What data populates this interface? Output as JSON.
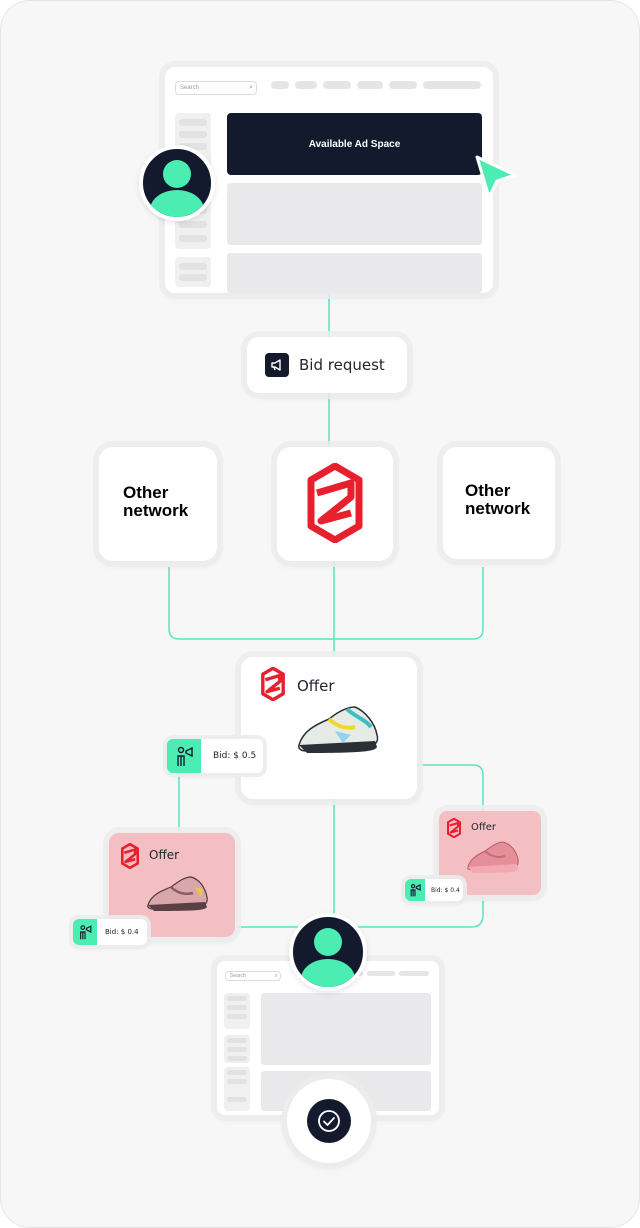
{
  "top_browser": {
    "search_placeholder": "Search",
    "ad_space_label": "Available Ad Space"
  },
  "bid_request": {
    "label": "Bid request",
    "icon": "megaphone-icon"
  },
  "networks": [
    {
      "line1": "Other",
      "line2": "network"
    },
    {
      "brand": "brand-logo"
    },
    {
      "line1": "Other",
      "line2": "network"
    }
  ],
  "main_offer": {
    "title": "Offer",
    "bid": "Bid: $ 0.5"
  },
  "left_offer": {
    "title": "Offer",
    "bid": "Bid: $ 0.4"
  },
  "right_offer": {
    "title": "Offer",
    "bid": "Bid: $ 0.4"
  },
  "bottom_browser": {
    "search_placeholder": "Search",
    "status_icon": "check-circle-icon"
  },
  "colors": {
    "accent": "#4cedb3",
    "brand_red": "#e8202e",
    "dark": "#141a2e",
    "offer_pink": "#f3bfc3"
  }
}
